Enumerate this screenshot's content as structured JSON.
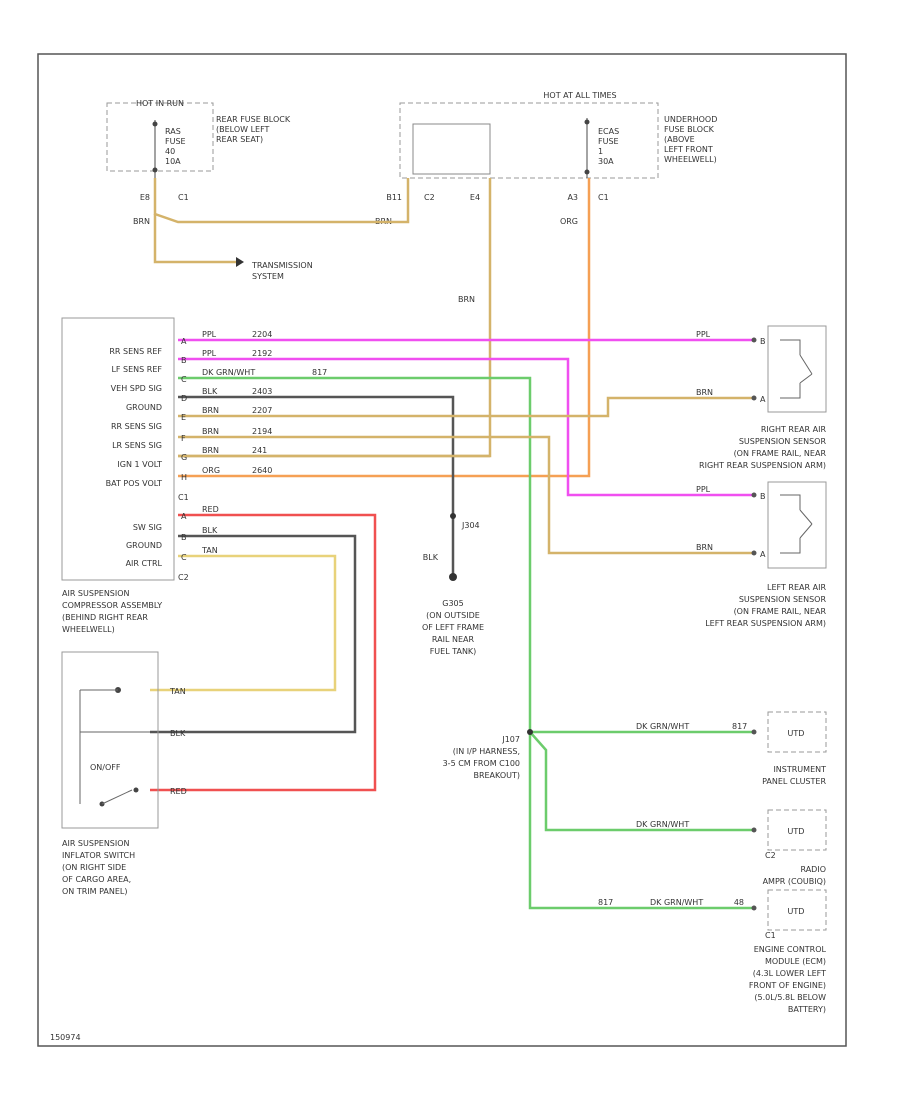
{
  "hot_batt": {
    "title": "HOT IN RUN",
    "lines": [
      "RAS",
      "FUSE",
      "40",
      "10A"
    ],
    "conn_left": "E8",
    "conn_right": "C1",
    "wire": "BRN"
  },
  "rear_fuse_block": {
    "lines": [
      "REAR FUSE BLOCK",
      "(BELOW LEFT",
      "REAR SEAT)"
    ]
  },
  "transmission": {
    "lines": [
      "TRANSMISSION",
      "SYSTEM"
    ]
  },
  "hot_alt": {
    "title": "HOT AT ALL TIMES",
    "lines": [
      "ECAS",
      "FUSE",
      "1",
      "30A"
    ],
    "conn_b11": "B11",
    "conn_c2": "C2",
    "conn_e4": "E4",
    "conn_a3": "A3",
    "conn_c1": "C1",
    "wire_org": "ORG",
    "wire_brn": "BRN",
    "wire_b11": "BRN"
  },
  "underhood_fuse_block": {
    "lines": [
      "UNDERHOOD",
      "FUSE BLOCK",
      "(ABOVE",
      "LEFT FRONT",
      "WHEELWELL)"
    ]
  },
  "module": {
    "c1_pins": [
      "RR SENS REF",
      "LF SENS REF",
      "VEH SPD SIG",
      "GROUND",
      "RR SENS SIG",
      "LR SENS SIG",
      "IGN 1 VOLT",
      "BAT POS VOLT"
    ],
    "c1_label": "C1",
    "c2_pins": [
      "SW SIG",
      "GROUND",
      "AIR CTRL"
    ],
    "c2_label": "C2",
    "desc": [
      "AIR SUSPENSION",
      "COMPRESSOR ASSEMBLY",
      "(BEHIND RIGHT REAR",
      "WHEELWELL)"
    ]
  },
  "wires_c1": [
    {
      "pin": "A",
      "color": "PPL",
      "circuit": "2204"
    },
    {
      "pin": "B",
      "color": "PPL",
      "circuit": "2192"
    },
    {
      "pin": "C",
      "color": "DK GRN/WHT",
      "circuit": "817"
    },
    {
      "pin": "D",
      "color": "BLK",
      "circuit": "2403"
    },
    {
      "pin": "E",
      "color": "BRN",
      "circuit": "2207"
    },
    {
      "pin": "F",
      "color": "BRN",
      "circuit": "2194"
    },
    {
      "pin": "G",
      "color": "BRN",
      "circuit": "241"
    },
    {
      "pin": "H",
      "color": "ORG",
      "circuit": "2640"
    }
  ],
  "wires_c2": [
    {
      "pin": "A",
      "color": "RED"
    },
    {
      "pin": "B",
      "color": "BLK"
    },
    {
      "pin": "C",
      "color": "TAN"
    }
  ],
  "rr_sensor": {
    "wire_top": "PPL",
    "wire_bottom": "BRN",
    "pin_top": "B",
    "pin_bottom": "A",
    "desc": [
      "RIGHT REAR AIR",
      "SUSPENSION SENSOR",
      "(ON FRAME RAIL, NEAR",
      "RIGHT REAR SUSPENSION ARM)"
    ]
  },
  "lr_sensor": {
    "wire_top": "PPL",
    "wire_bottom": "BRN",
    "pin_top": "B",
    "pin_bottom": "A",
    "desc": [
      "LEFT REAR AIR",
      "SUSPENSION SENSOR",
      "(ON FRAME RAIL, NEAR",
      "LEFT REAR SUSPENSION ARM)"
    ]
  },
  "ground": {
    "splice": "J304",
    "wire": "BLK",
    "name": "G305",
    "desc": [
      "(ON OUTSIDE",
      "OF LEFT FRAME",
      "RAIL NEAR",
      "FUEL TANK)"
    ]
  },
  "inflator_switch": {
    "mode_label": "ON/OFF",
    "wire_top": "TAN",
    "wire_mid": "BLK",
    "wire_bottom": "RED",
    "desc": [
      "AIR SUSPENSION",
      "INFLATOR SWITCH",
      "(ON RIGHT SIDE",
      "OF CARGO AREA,",
      "ON TRIM PANEL)"
    ]
  },
  "splice_pack": {
    "name": "J107",
    "desc": [
      "(IN I/P HARNESS,",
      "3-5 CM FROM C100",
      "BREAKOUT)"
    ]
  },
  "ipc": {
    "wire": "DK GRN/WHT",
    "circuit": "817",
    "box": "UTD",
    "desc": [
      "INSTRUMENT",
      "PANEL CLUSTER"
    ]
  },
  "radio": {
    "wire": "DK GRN/WHT",
    "box": "UTD",
    "conn": "C2",
    "desc": [
      "RADIO",
      "AMPR (COUBIQ)"
    ]
  },
  "ecm": {
    "circuit": "817",
    "wire": "DK GRN/WHT",
    "pin": "48",
    "box": "UTD",
    "conn": "C1",
    "desc": [
      "ENGINE CONTROL",
      "MODULE (ECM)",
      "(4.3L LOWER LEFT",
      "FRONT OF ENGINE)",
      "(5.0L/5.8L BELOW",
      "BATTERY)"
    ]
  },
  "footer": {
    "code": "150974"
  },
  "colors": {
    "brn": "#d4b36a",
    "org": "#f5a054",
    "ppl": "#f04ff0",
    "grn": "#6ccc6c",
    "blk": "#555555",
    "red": "#f05050",
    "tan": "#e8d27a"
  }
}
